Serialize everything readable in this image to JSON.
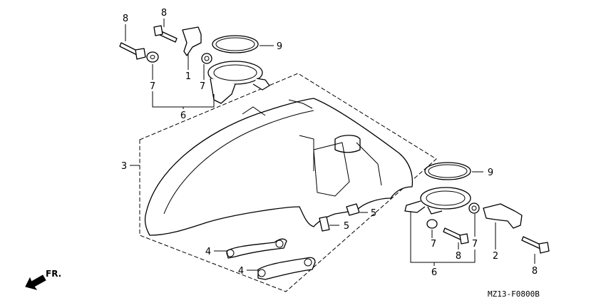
{
  "diagram": {
    "code": "MZ13-F0800B",
    "direction_label": "FR.",
    "callouts": {
      "bolt_top_left": "8",
      "bolt_top_center": "8",
      "clamp_ring_top": "9",
      "clip_top": "1",
      "nut_top_left": "7",
      "nut_top_right": "7",
      "bracket_top": "6",
      "fender": "3",
      "clamp_ring_right": "9",
      "grommet_upper": "5",
      "grommet_lower": "5",
      "stay_upper": "4",
      "stay_lower": "4",
      "nut_right_left": "7",
      "bolt_right_center": "8",
      "nut_right_right": "7",
      "bracket_right": "6",
      "clip_right": "2",
      "bolt_right": "8"
    }
  }
}
